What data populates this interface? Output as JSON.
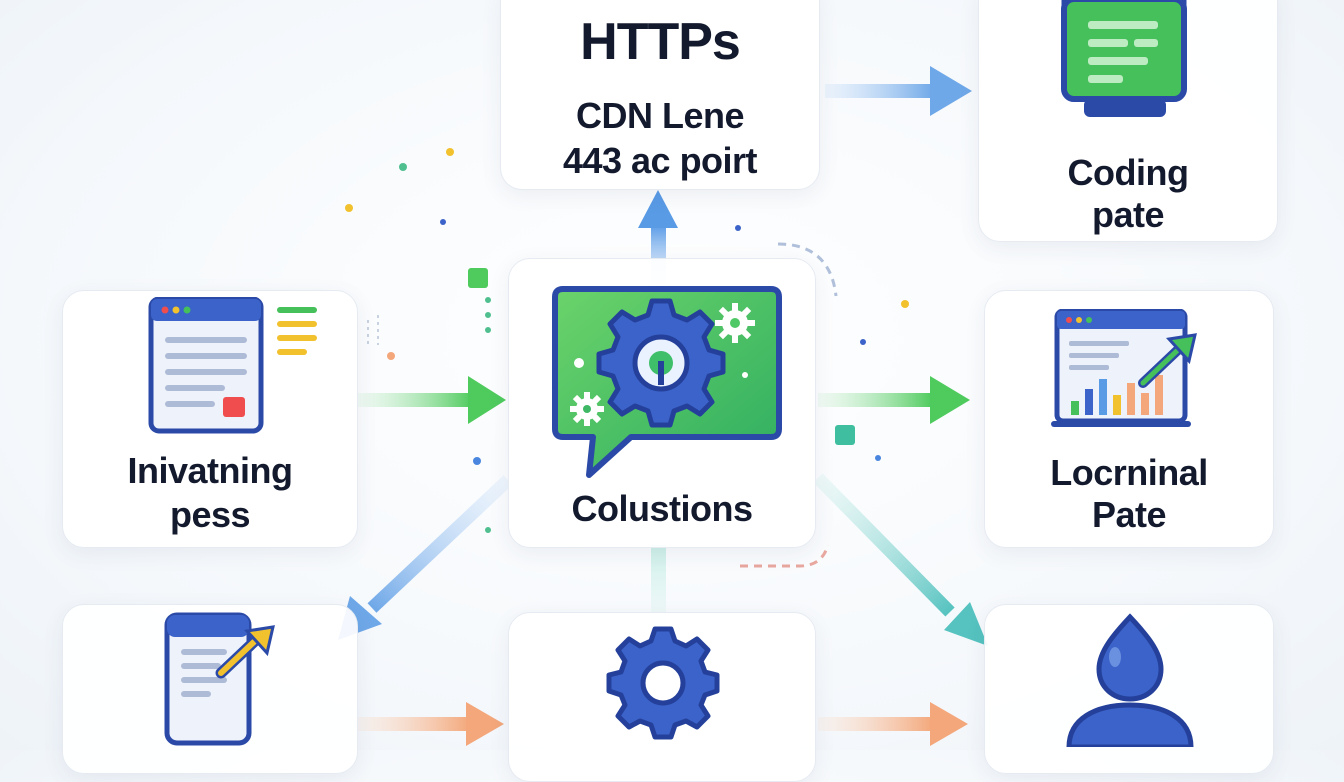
{
  "nodes": {
    "https": {
      "title": "HTTPs",
      "line1": "CDN Lene",
      "line2": "443 ac poirt"
    },
    "center": {
      "label": "Colustions"
    },
    "left": {
      "line1": "Inivatning",
      "line2": "pess"
    },
    "top_right": {
      "line1": "Coding",
      "line2": "pate"
    },
    "right": {
      "line1": "Locrninal",
      "line2": "Pate"
    }
  },
  "colors": {
    "blue": "#3b63c9",
    "green": "#3fbf5a",
    "light_blue": "#6fa8e8",
    "orange": "#f3a77a",
    "teal": "#5cc9b8",
    "yellow": "#f2c12e"
  }
}
